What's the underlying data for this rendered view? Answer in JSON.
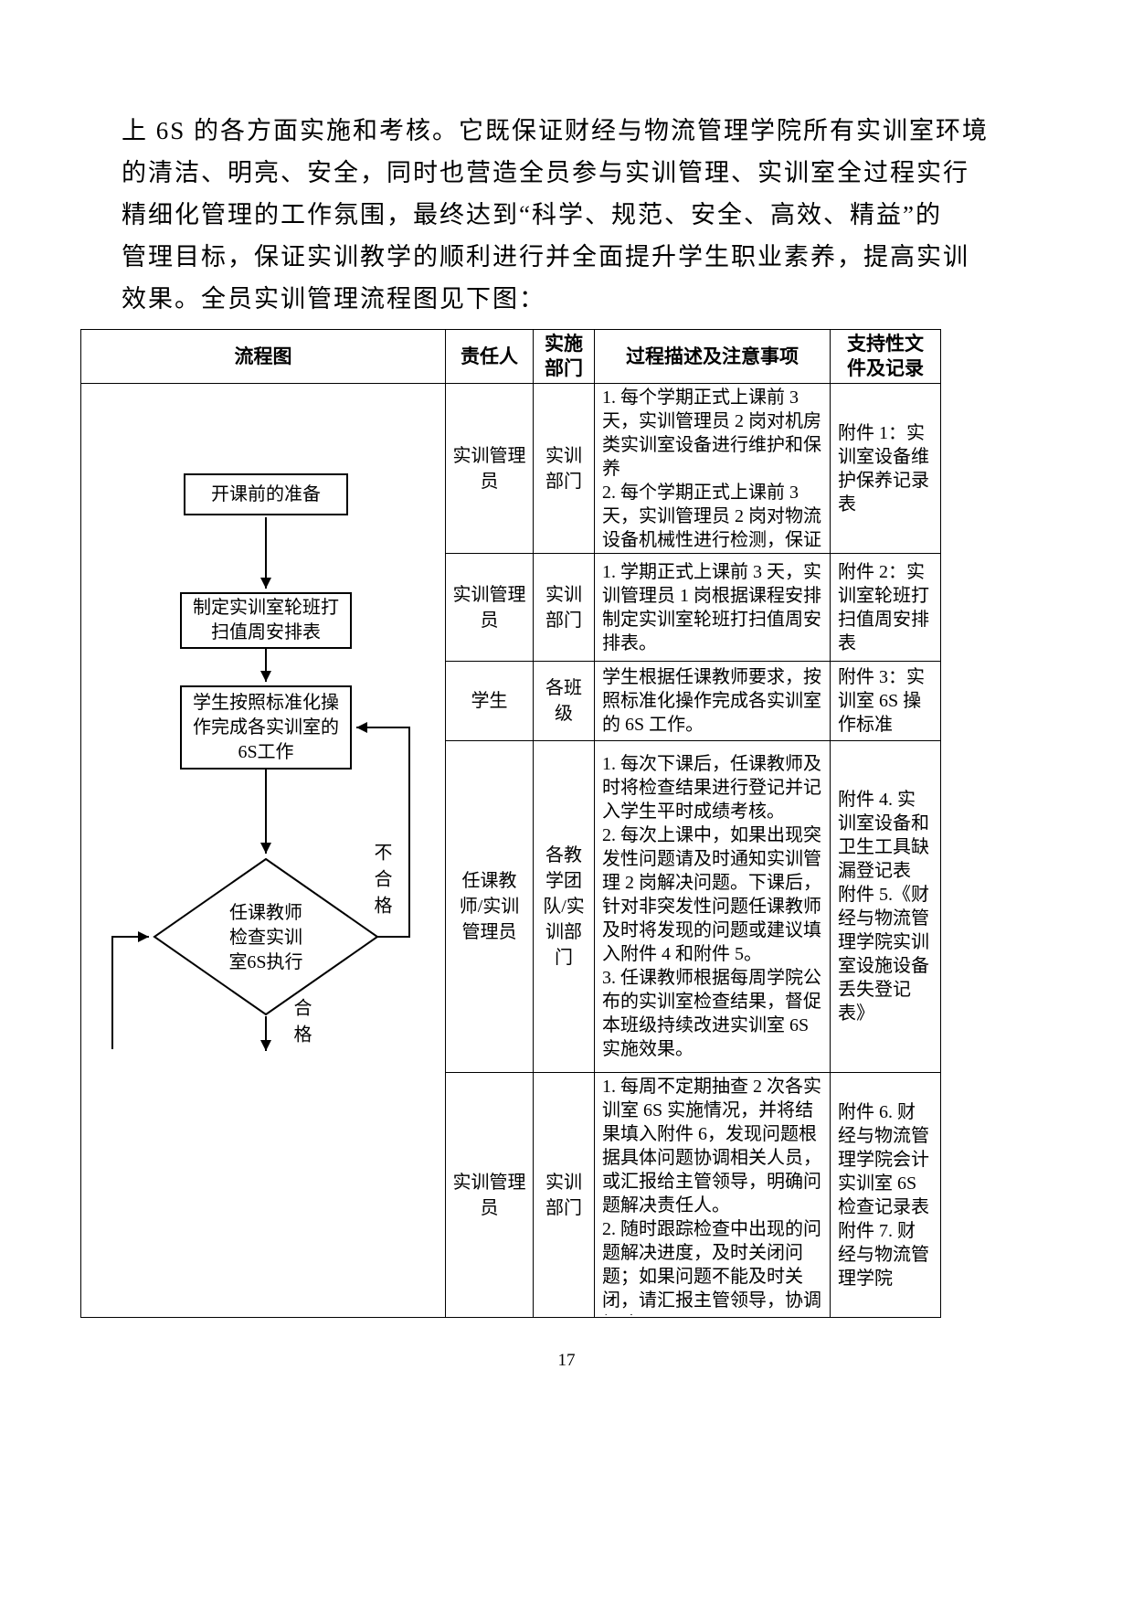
{
  "page": {
    "number": "17"
  },
  "intro": {
    "lines": [
      "上 6S 的各方面实施和考核。它既保证财经与物流管理学院所有实训室环境",
      "的清洁、明亮、安全，同时也营造全员参与实训管理、实训室全过程实行",
      "精细化管理的工作氛围，最终达到“科学、规范、安全、高效、精益”的",
      "管理目标，保证实训教学的顺利进行并全面提升学生职业素养，提高实训",
      "效果。全员实训管理流程图见下图："
    ]
  },
  "table": {
    "headers": [
      "流程图",
      "责任人",
      "实施部门",
      "过程描述及注意事项",
      "支持性文件及记录"
    ],
    "rows": [
      {
        "responsible": "实训管理员",
        "department": "实训部门",
        "description": "1. 每个学期正式上课前 3 天，实训管理员 2 岗对机房类实训室设备进行维护和保养\n2. 每个学期正式上课前 3 天，实训管理员 2 岗对物流设备机械性进行检测，保证设备的安全",
        "documents": "附件 1：实训室设备维护保养记录表"
      },
      {
        "responsible": "实训管理员",
        "department": "实训部门",
        "description": "1. 学期正式上课前 3 天，实训管理员 1 岗根据课程安排制定实训室轮班打扫值周安排表。",
        "documents": "附件 2：实训室轮班打扫值周安排表"
      },
      {
        "responsible": "学生",
        "department": "各班级",
        "description": "学生根据任课教师要求，按照标准化操作完成各实训室的 6S 工作。",
        "documents": "附件 3：实训室 6S 操作标准"
      },
      {
        "responsible": "任课教师/实训管理员",
        "department": "各教学团队/实训部门",
        "description": "1. 每次下课后，任课教师及时将检查结果进行登记并记入学生平时成绩考核。\n2. 每次上课中，如果出现突发性问题请及时通知实训管理 2 岗解决问题。下课后，针对非突发性问题任课教师及时将发现的问题或建议填入附件 4 和附件 5。\n3. 任课教师根据每周学院公布的实训室检查结果，督促本班级持续改进实训室 6S 实施效果。",
        "documents": "附件 4. 实训室设备和卫生工具缺漏登记表\n附件 5.《财经与物流管理学院实训室设施设备丢失登记表》"
      },
      {
        "responsible": "实训管理员",
        "department": "实训部门",
        "description": "1. 每周不定期抽查 2 次各实训室 6S 实施情况，并将结果填入附件 6，发现问题根据具体问题协调相关人员，或汇报给主管领导，明确问题解决责任人。\n2. 随时跟踪检查中出现的问题解决进度，及时关闭问题；如果问题不能及时关闭，请汇报主管领导，协调解决。",
        "documents": "附件 6. 财经与物流管理学院会计实训室 6S 检查记录表\n附件 7. 财经与物流管理学院"
      }
    ]
  },
  "flowchart": {
    "boxes": [
      {
        "label": "开课前的准备"
      },
      {
        "label": "制定实训室轮班打扫值周安排表"
      },
      {
        "label": "学生按照标准化操作完成各实训室的6S工作"
      }
    ],
    "diamond": {
      "label": "任课教师\n检查实训\n室6S执行"
    },
    "labels": {
      "fail": "不合格",
      "pass": "合格"
    }
  }
}
